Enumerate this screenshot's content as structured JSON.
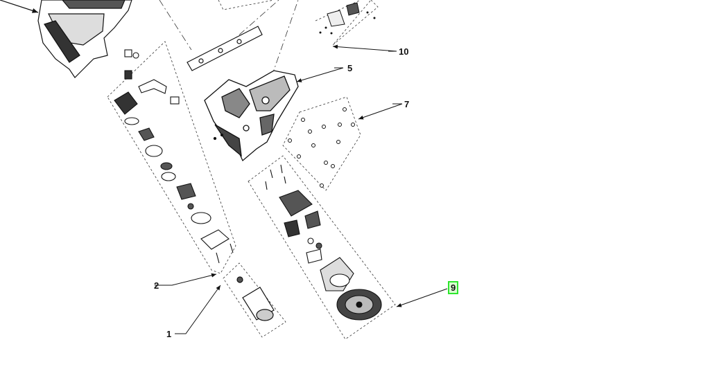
{
  "diagram": {
    "callouts": [
      {
        "id": "10",
        "label": "10"
      },
      {
        "id": "5",
        "label": "5"
      },
      {
        "id": "7",
        "label": "7"
      },
      {
        "id": "2",
        "label": "2"
      },
      {
        "id": "1",
        "label": "1"
      },
      {
        "id": "9",
        "label": "9",
        "highlighted": true
      }
    ],
    "colors": {
      "line": "#111111",
      "highlight_border": "#2ee62e",
      "highlight_fill": "#d9ffd0"
    }
  }
}
